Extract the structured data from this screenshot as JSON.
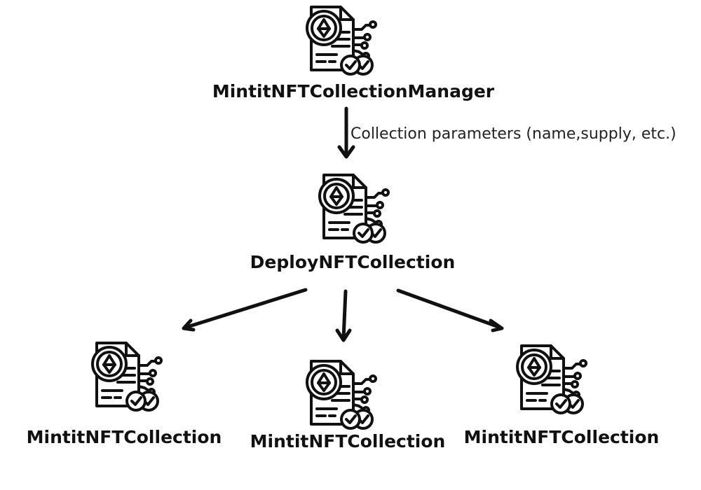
{
  "nodes": {
    "manager": {
      "label": "MintitNFTCollectionManager",
      "icon": "smart-contract-document-icon"
    },
    "deploy": {
      "label": "DeployNFTCollection",
      "icon": "smart-contract-document-icon"
    },
    "collection_left": {
      "label": "MintitNFTCollection",
      "icon": "smart-contract-document-icon"
    },
    "collection_center": {
      "label": "MintitNFTCollection",
      "icon": "smart-contract-document-icon"
    },
    "collection_right": {
      "label": "MintitNFTCollection",
      "icon": "smart-contract-document-icon"
    }
  },
  "edges": {
    "manager_to_deploy": {
      "label": "Collection parameters (name,supply, etc.)"
    }
  },
  "colors": {
    "stroke": "#111111",
    "background": "#ffffff"
  }
}
